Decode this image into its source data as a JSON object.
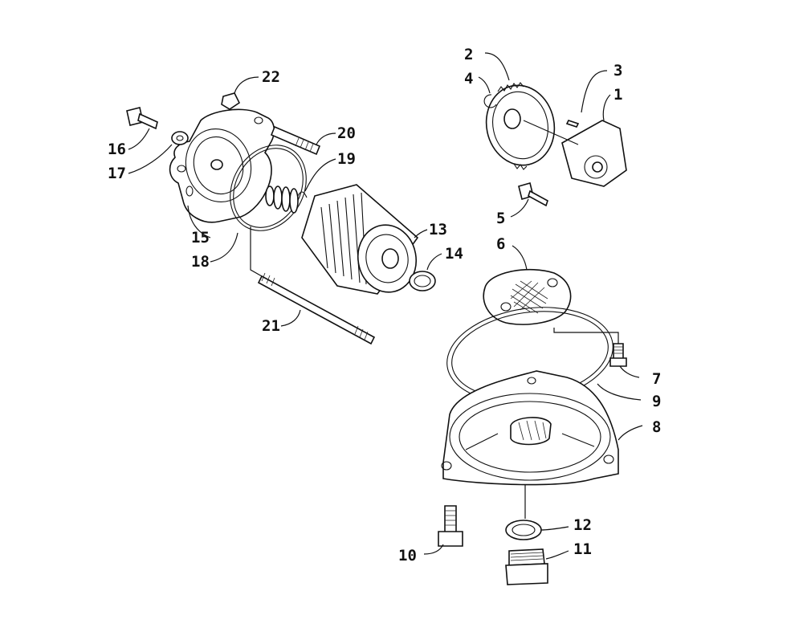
{
  "diagram": {
    "type": "exploded-parts-diagram",
    "callouts": [
      {
        "id": "c1",
        "label": "1"
      },
      {
        "id": "c2",
        "label": "2"
      },
      {
        "id": "c3",
        "label": "3"
      },
      {
        "id": "c4",
        "label": "4"
      },
      {
        "id": "c5",
        "label": "5"
      },
      {
        "id": "c6",
        "label": "6"
      },
      {
        "id": "c7",
        "label": "7"
      },
      {
        "id": "c8",
        "label": "8"
      },
      {
        "id": "c9",
        "label": "9"
      },
      {
        "id": "c10",
        "label": "10"
      },
      {
        "id": "c11",
        "label": "11"
      },
      {
        "id": "c12",
        "label": "12"
      },
      {
        "id": "c13",
        "label": "13"
      },
      {
        "id": "c14",
        "label": "14"
      },
      {
        "id": "c15",
        "label": "15"
      },
      {
        "id": "c16",
        "label": "16"
      },
      {
        "id": "c17",
        "label": "17"
      },
      {
        "id": "c18",
        "label": "18"
      },
      {
        "id": "c19",
        "label": "19"
      },
      {
        "id": "c20",
        "label": "20"
      },
      {
        "id": "c21",
        "label": "21"
      },
      {
        "id": "c22",
        "label": "22"
      }
    ]
  }
}
